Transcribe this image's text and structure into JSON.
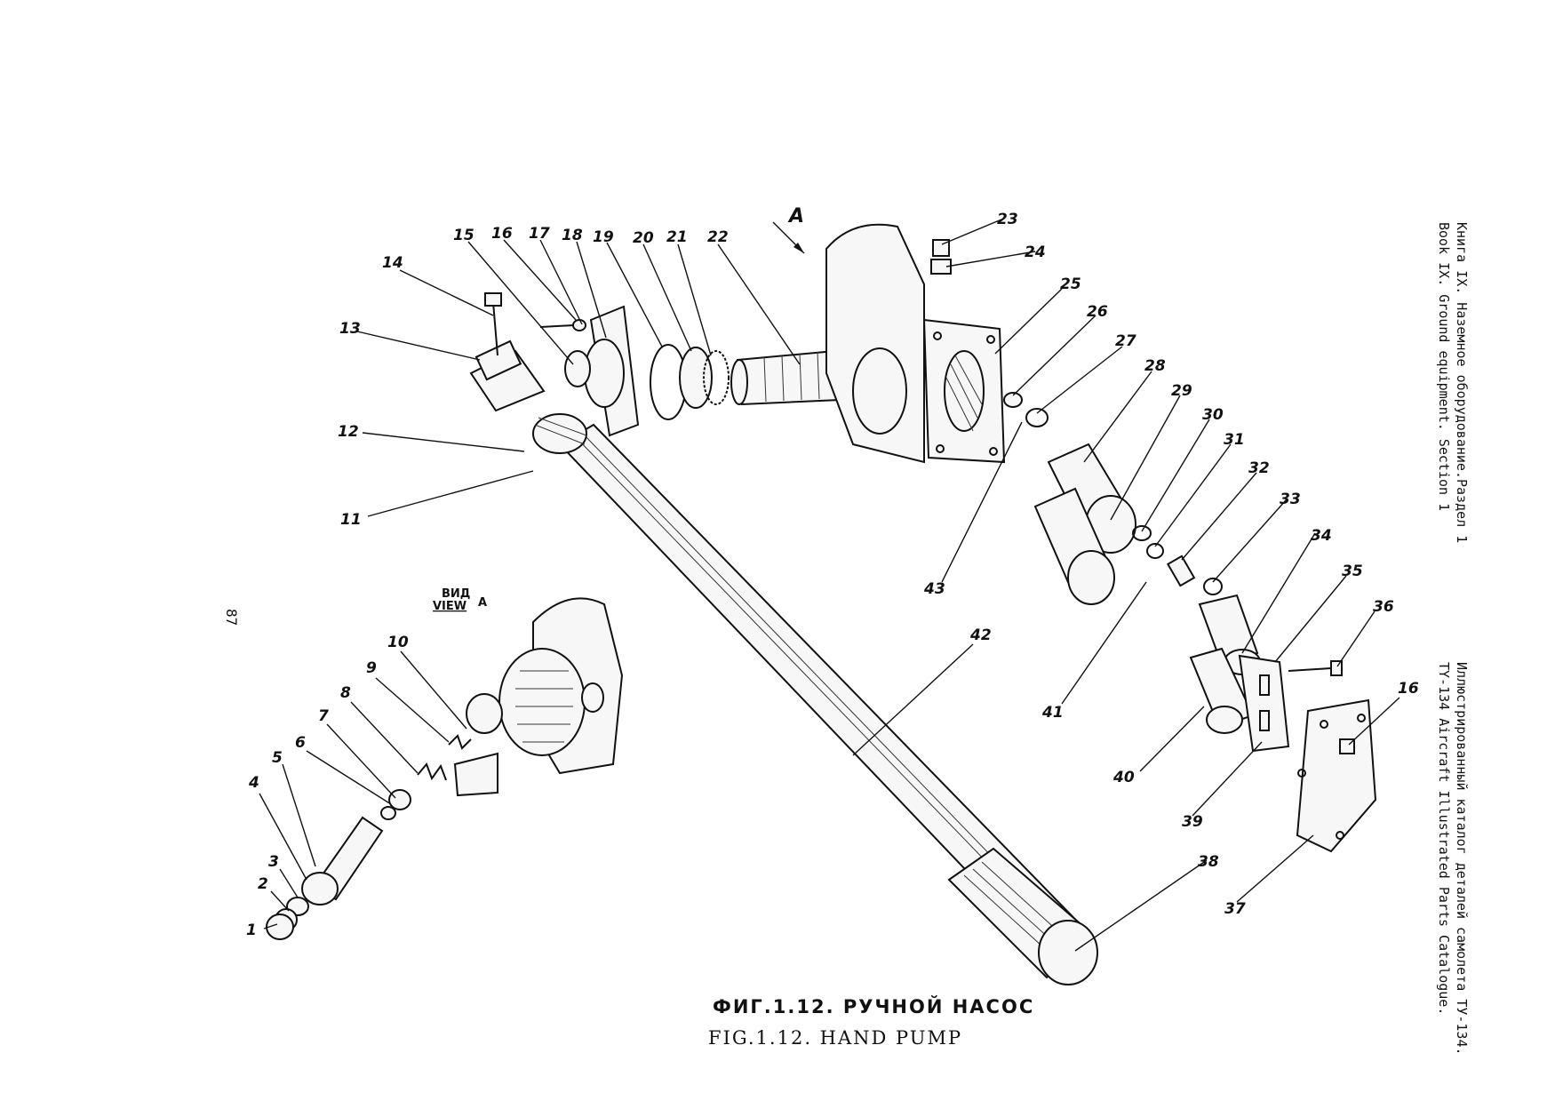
{
  "page": {
    "page_number": "87"
  },
  "caption": {
    "ru": "ФИГ.1.12. РУЧНОЙ НАСОС",
    "en": "FIG.1.12. HAND PUMP"
  },
  "side_header": {
    "line1": "Книга IX. Наземное оборудование.Раздел 1",
    "line2": "Book IX. Ground equipment. Section 1",
    "line3": "Иллюстрированный каталог деталей самолета ТУ-134.",
    "line4": "TY-134 Aircraft Illustrated Parts Catalogue."
  },
  "view_label": {
    "ru": "ВИД",
    "en": "VIEW",
    "letter": "A"
  },
  "arrow_label": "A",
  "callouts": [
    "1",
    "2",
    "3",
    "4",
    "5",
    "6",
    "7",
    "8",
    "9",
    "10",
    "11",
    "12",
    "13",
    "14",
    "15",
    "16",
    "17",
    "18",
    "19",
    "20",
    "21",
    "22",
    "23",
    "24",
    "25",
    "26",
    "27",
    "28",
    "29",
    "30",
    "31",
    "32",
    "33",
    "34",
    "35",
    "36",
    "37",
    "38",
    "39",
    "40",
    "41",
    "42",
    "43",
    "16"
  ]
}
